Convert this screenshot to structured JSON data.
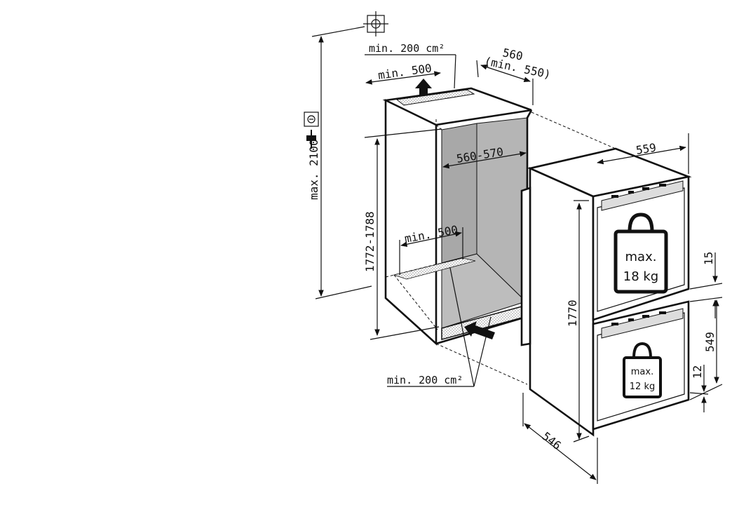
{
  "niche": {
    "top_vent_area": "min. 200 cm²",
    "top_vent_depth": "min. 500",
    "width": "560",
    "width_min": "(min. 550)",
    "inner_width": "560-570",
    "height_range": "1772-1788",
    "max_height": "max. 2100",
    "bottom_depth": "min. 500",
    "bottom_vent_area": "min. 200 cm²"
  },
  "appliance": {
    "width": "559",
    "depth": "546",
    "height": "1770",
    "gap_top": "15",
    "freezer_door_height": "549",
    "gap_bottom": "12",
    "upper_weight_label": "max.",
    "upper_weight_value": "18 kg",
    "lower_weight_label": "max.",
    "lower_weight_value": "12 kg"
  },
  "icons": [
    "electrical-outlet-icon",
    "plug-icon",
    "water-connection-icon",
    "air-flow-arrow-icon"
  ]
}
